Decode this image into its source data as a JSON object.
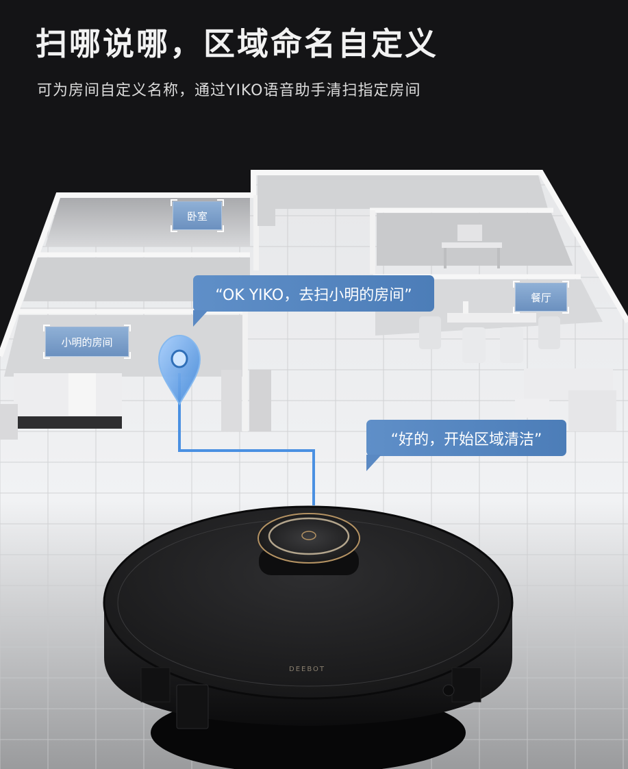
{
  "header": {
    "title": "扫哪说哪，区域命名自定义",
    "subtitle": "可为房间自定义名称，通过YIKO语音助手清扫指定房间"
  },
  "room_tags": [
    {
      "label": "卧室"
    },
    {
      "label": "小明的房间"
    },
    {
      "label": "餐厅"
    }
  ],
  "speech_bubbles": [
    {
      "text": "“OK YIKO，去扫小明的房间”"
    },
    {
      "text": "“好的，开始区域清洁”"
    }
  ],
  "robot": {
    "brand": "DEEBOT"
  },
  "colors": {
    "background": "#141416",
    "accent_blue": "#4c7db8",
    "path_blue": "#4a90e2",
    "tag_blue": "#7fa3cf"
  }
}
